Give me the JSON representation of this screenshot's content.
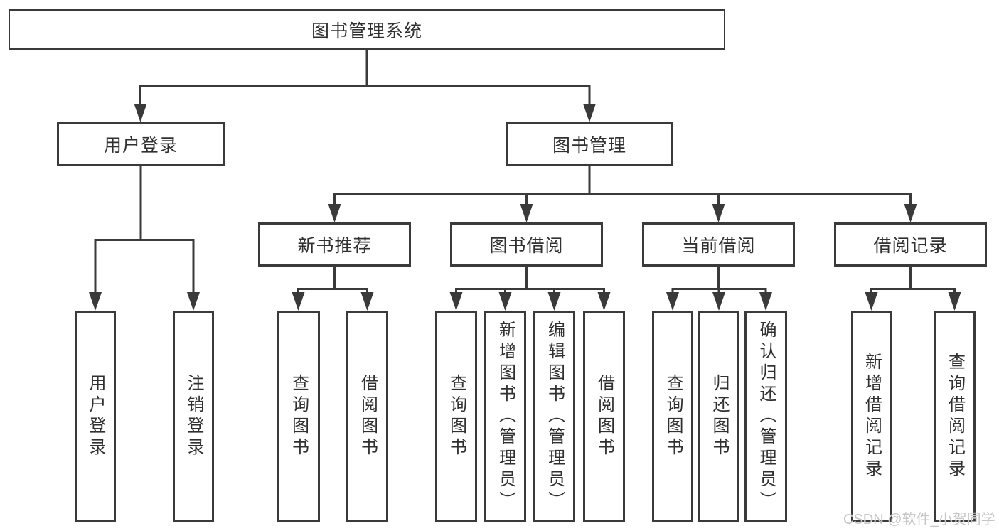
{
  "tree": {
    "root": {
      "label": "图书管理系统"
    },
    "branches": [
      {
        "label": "用户登录",
        "leaves": [
          {
            "label": "用户登录"
          },
          {
            "label": "注销登录"
          }
        ]
      },
      {
        "label": "图书管理",
        "groups": [
          {
            "label": "新书推荐",
            "leaves": [
              {
                "label": "查询图书"
              },
              {
                "label": "借阅图书"
              }
            ]
          },
          {
            "label": "图书借阅",
            "leaves": [
              {
                "label": "查询图书"
              },
              {
                "label": "新增图书（管理员）"
              },
              {
                "label": "编辑图书（管理员）"
              },
              {
                "label": "借阅图书"
              }
            ]
          },
          {
            "label": "当前借阅",
            "leaves": [
              {
                "label": "查询图书"
              },
              {
                "label": "归还图书"
              },
              {
                "label": "确认归还（管理员）"
              }
            ]
          },
          {
            "label": "借阅记录",
            "leaves": [
              {
                "label": "新增借阅记录"
              },
              {
                "label": "查询借阅记录"
              }
            ]
          }
        ]
      }
    ]
  },
  "watermark": {
    "text": "CSDN @软件_小贺同学"
  },
  "colors": {
    "line": "#3a3a3a",
    "box_border": "#3a3a3a",
    "text": "#303030",
    "background": "#ffffff",
    "watermark": "#c6c6c6"
  }
}
